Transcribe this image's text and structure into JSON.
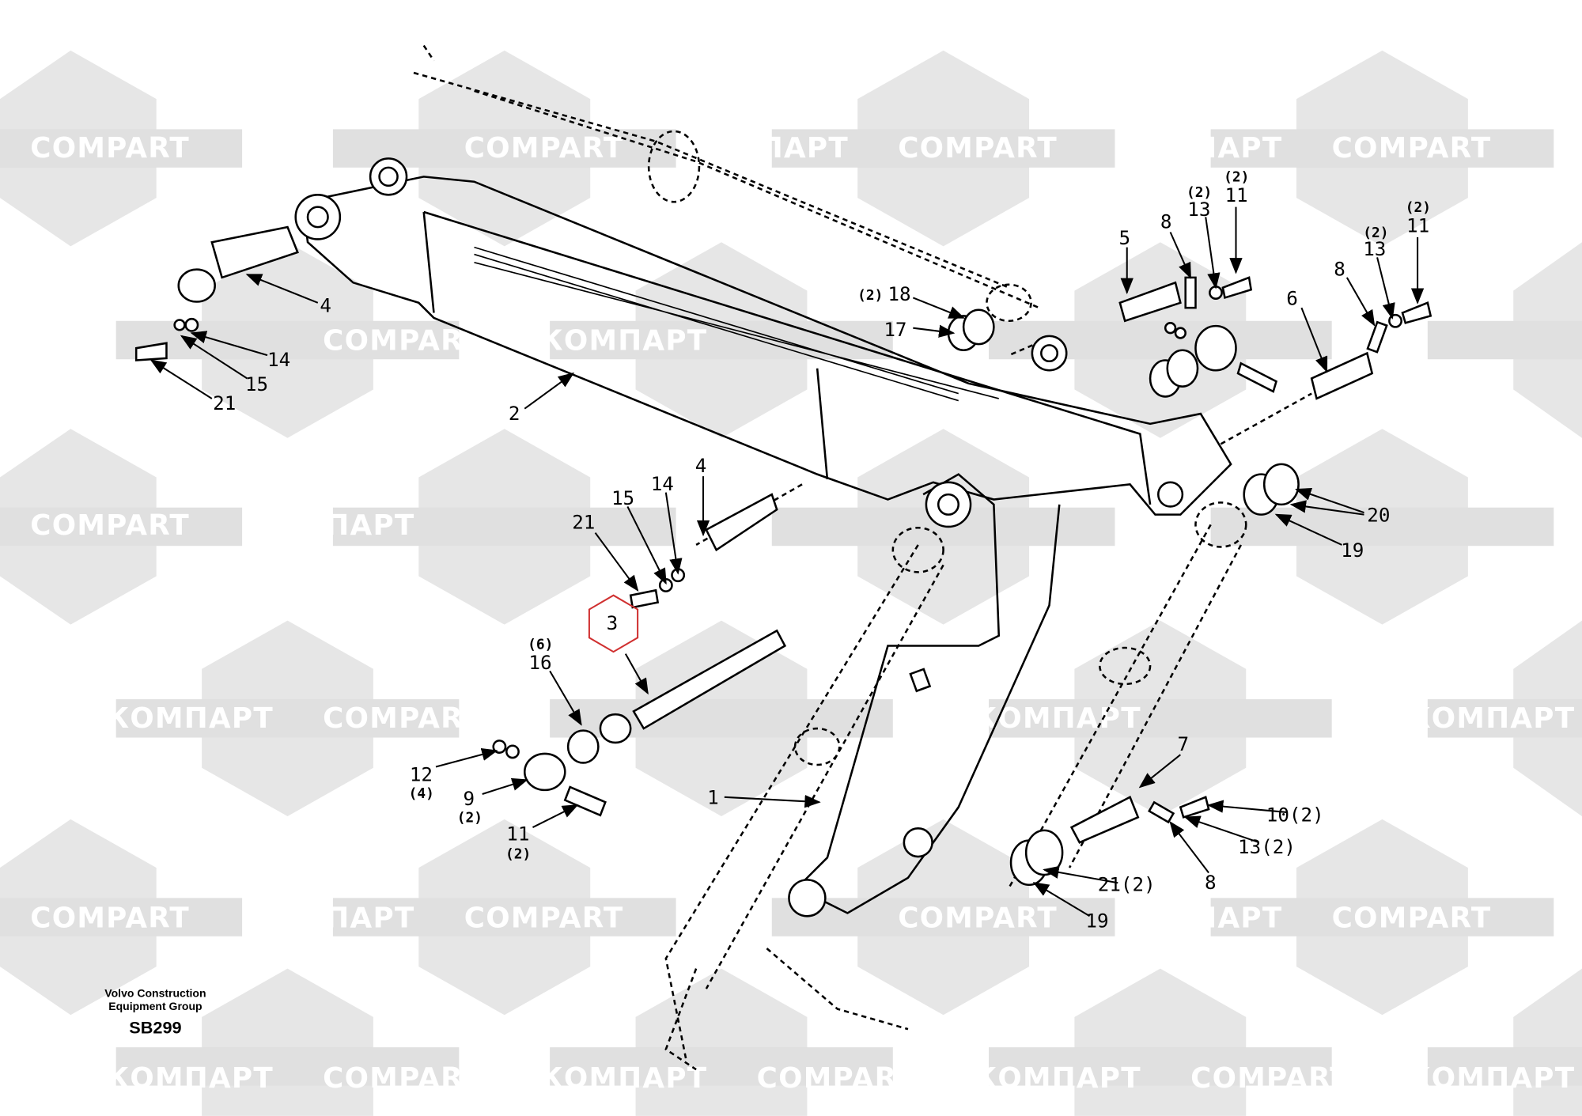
{
  "watermark": {
    "left": "КОМПАРТ",
    "right": "COMPART"
  },
  "footer": {
    "company_line1": "Volvo Construction",
    "company_line2": "Equipment Group",
    "code": "SB299"
  },
  "highlight": {
    "label": "3",
    "color": "#d03030"
  },
  "callouts": {
    "c4a": "4",
    "c14a": "14",
    "c15a": "15",
    "c21a": "21",
    "c2": "2",
    "c18": "18",
    "c18q": "(2)",
    "c17": "17",
    "c5": "5",
    "c8a": "8",
    "c13a": "13",
    "c13aq": "(2)",
    "c11a": "11",
    "c11aq": "(2)",
    "c13b": "13",
    "c13bq": "(2)",
    "c11b": "11",
    "c11bq": "(2)",
    "c8b": "8",
    "c6": "6",
    "c20": "20",
    "c19a": "19",
    "c4b": "4",
    "c14b": "14",
    "c15b": "15",
    "c21b": "21",
    "c16": "16",
    "c16q": "(6)",
    "c12": "12",
    "c12q": "(4)",
    "c9": "9",
    "c9q": "(2)",
    "c11c": "11",
    "c11cq": "(2)",
    "c1": "1",
    "c7": "7",
    "c10": "10(2)",
    "c13c": "13(2)",
    "c8c": "8",
    "c21c": "21(2)",
    "c19b": "19"
  }
}
